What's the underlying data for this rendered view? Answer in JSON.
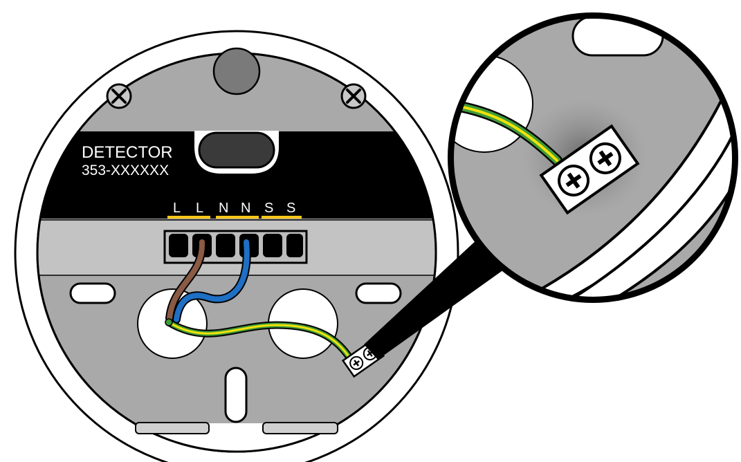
{
  "detector_label": {
    "title": "DETECTOR",
    "model": "353-XXXXXX"
  },
  "terminal_labels": [
    "L",
    "L",
    "N",
    "N",
    "S",
    "S"
  ],
  "wire_colors": {
    "live": "#8a5a44",
    "neutral": "#1f6fc4",
    "earth_green": "#3f9a3a",
    "earth_yellow": "#f2e20a"
  },
  "colors": {
    "body": "#a9a9a9",
    "body_light": "#c2c2c2",
    "label_panel": "#000000",
    "accent_underline": "#f5c518",
    "outline": "#000000"
  },
  "icons": [
    "screw-icon",
    "terminal-block-icon",
    "earth-terminal-icon",
    "magnifier-callout-icon"
  ]
}
